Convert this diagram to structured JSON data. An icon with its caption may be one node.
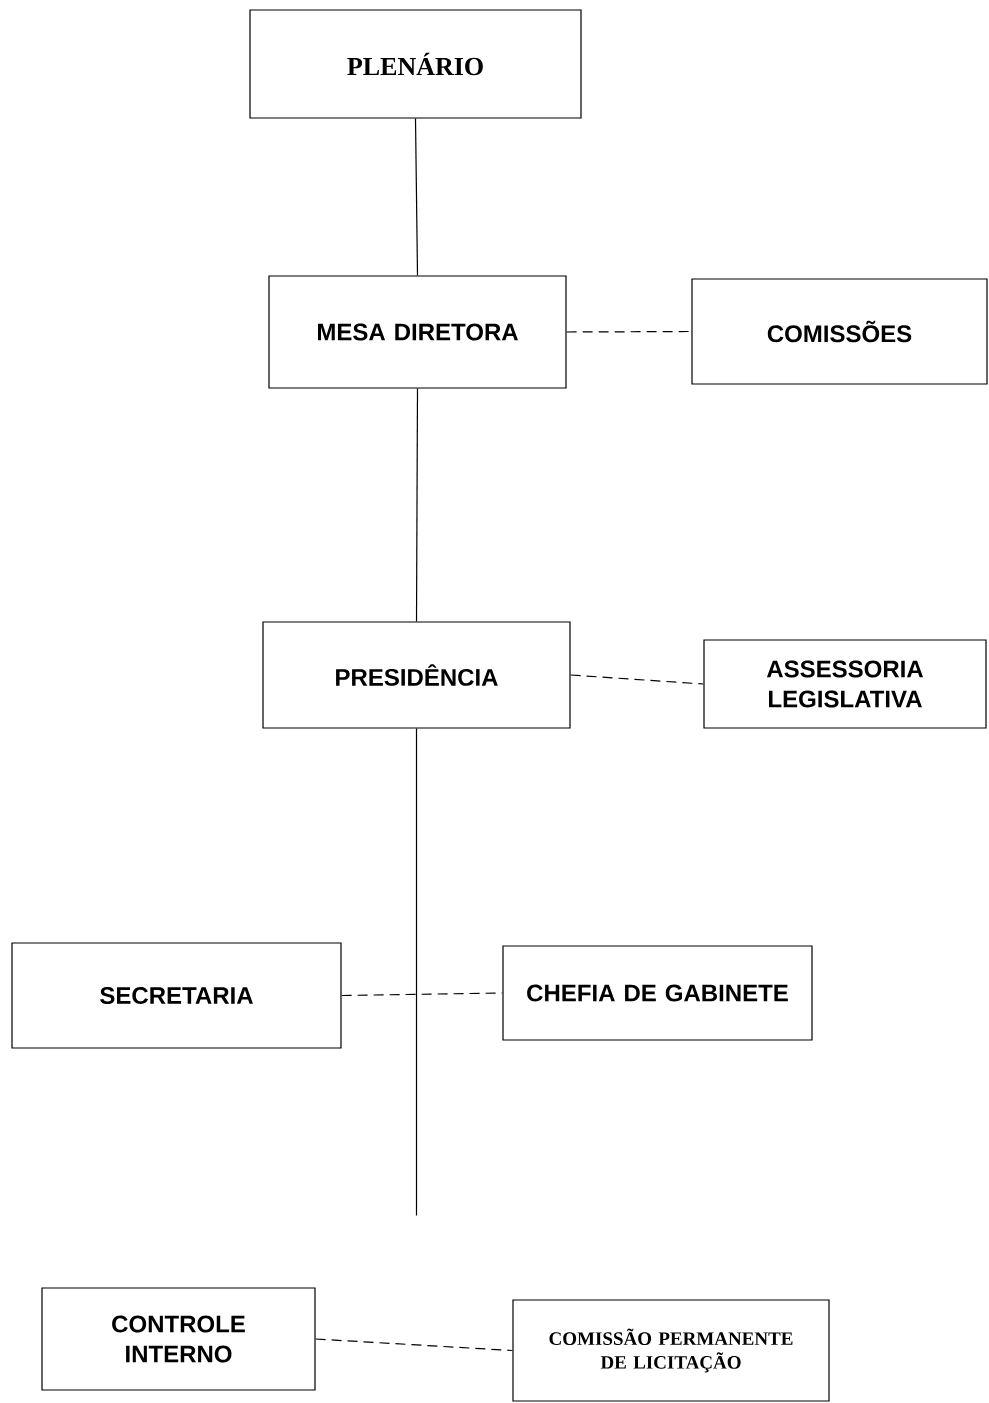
{
  "diagram": {
    "nodes": [
      {
        "text": [
          "PLENÁRIO"
        ]
      },
      {
        "text": [
          "MESA DIRETORA"
        ]
      },
      {
        "text": [
          "COMISSÕES"
        ]
      },
      {
        "text": [
          "PRESIDÊNCIA"
        ]
      },
      {
        "text": [
          "ASSESSORIA LEGISLATIVA"
        ]
      },
      {
        "text": [
          "SECRETARIA"
        ]
      },
      {
        "text": [
          "CHEFIA DE GABINETE"
        ]
      },
      {
        "text": [
          "CONTROLE INTERNO"
        ]
      },
      {
        "text": [
          "COMISSÃO PERMANENTE DE LICITAÇÃO"
        ]
      }
    ],
    "edges": [
      {
        "from": 0,
        "to": 1,
        "arrow": "none"
      },
      {
        "from": 1,
        "to": 2,
        "arrow": "none",
        "style": "dashed"
      },
      {
        "from": 1,
        "to": 3,
        "arrow": "none"
      },
      {
        "from": 3,
        "to": 4,
        "arrow": "none",
        "style": "dashed"
      },
      {
        "from": 3,
        "to": null,
        "arrow": "none"
      },
      {
        "from": 5,
        "to": 6,
        "arrow": "none",
        "style": "dashed"
      },
      {
        "from": 7,
        "to": 8,
        "arrow": "none",
        "style": "dashed"
      }
    ]
  }
}
